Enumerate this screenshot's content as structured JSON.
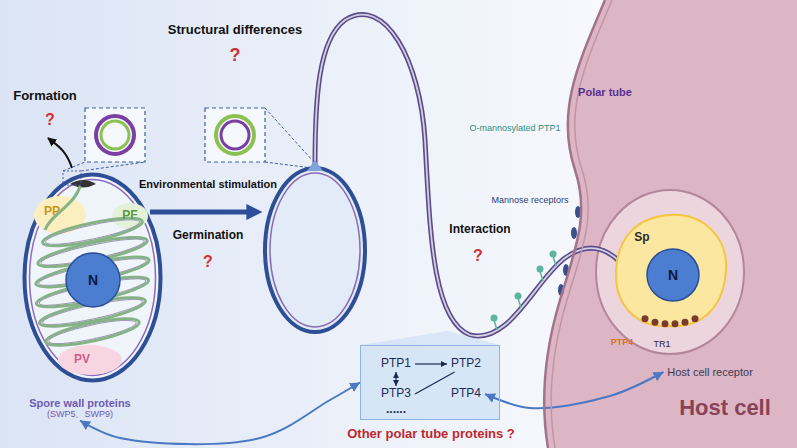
{
  "diagram": {
    "nodes": [
      {
        "text": [
          "PP",
          "PF",
          "PV"
        ]
      },
      {
        "text": [
          "N"
        ],
        "in": 0
      },
      {
        "text": [
          "Spore wall proteins",
          "(SWP5、SWP9)"
        ]
      },
      {
        "text": [
          "......",
          "Other polar tube proteins ?"
        ]
      },
      {
        "text": [
          "PTP1"
        ],
        "in": 3
      },
      {
        "text": [
          "PTP2"
        ],
        "in": 3
      },
      {
        "text": [
          "PTP3"
        ],
        "in": 3
      },
      {
        "text": [
          "PTP4"
        ],
        "in": 3
      },
      {
        "text": [
          "Host cell"
        ]
      },
      {
        "text": [
          "Sp"
        ],
        "in": 8
      },
      {
        "text": [
          "N"
        ],
        "in": 9
      },
      {
        "text": [
          "Host cell receptor"
        ],
        "in": 8
      }
    ],
    "edges": [
      {
        "from": 4,
        "to": 5,
        "arrow": "to"
      },
      {
        "from": 6,
        "to": 4,
        "arrow": "both"
      },
      {
        "from": 6,
        "to": 5,
        "arrow": "none"
      },
      {
        "from": 3,
        "to": 2,
        "arrow": "both"
      },
      {
        "from": 7,
        "to": 11,
        "arrow": "both"
      }
    ],
    "labels": [
      "Structural differences",
      "?",
      "Formation",
      "?",
      "Environmental stimulation",
      "Germination",
      "?",
      "Polar tube",
      "O-mannosylated PTP1",
      "Mannose receptors",
      "Interaction",
      "?",
      "PTP4",
      "TR1"
    ]
  }
}
